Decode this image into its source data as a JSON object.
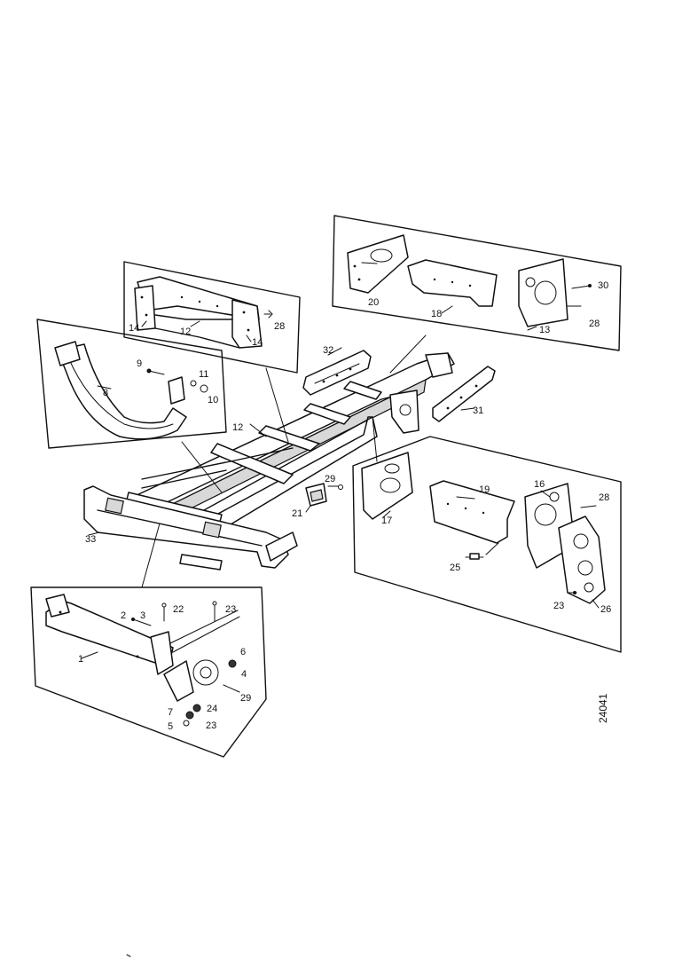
{
  "reference_number": "24041",
  "callouts": {
    "c1": "1",
    "c2": "2",
    "c3": "3",
    "c4": "4",
    "c5": "5",
    "c6": "6",
    "c7": "7",
    "c8": "8",
    "c9": "9",
    "c10": "10",
    "c11": "11",
    "c12_inset": "12",
    "c12_main": "12",
    "c13": "13",
    "c14a": "14",
    "c14b": "14",
    "c16": "16",
    "c17": "17",
    "c18": "18",
    "c19": "19",
    "c20": "20",
    "c21": "21",
    "c22": "22",
    "c23a": "23",
    "c23b": "23",
    "c23c": "23",
    "c24": "24",
    "c25": "25",
    "c26": "26",
    "c28a": "28",
    "c28b": "28",
    "c28c": "28",
    "c29a": "29",
    "c29b": "29",
    "c30": "30",
    "c31": "31",
    "c32": "32",
    "c33": "33"
  }
}
